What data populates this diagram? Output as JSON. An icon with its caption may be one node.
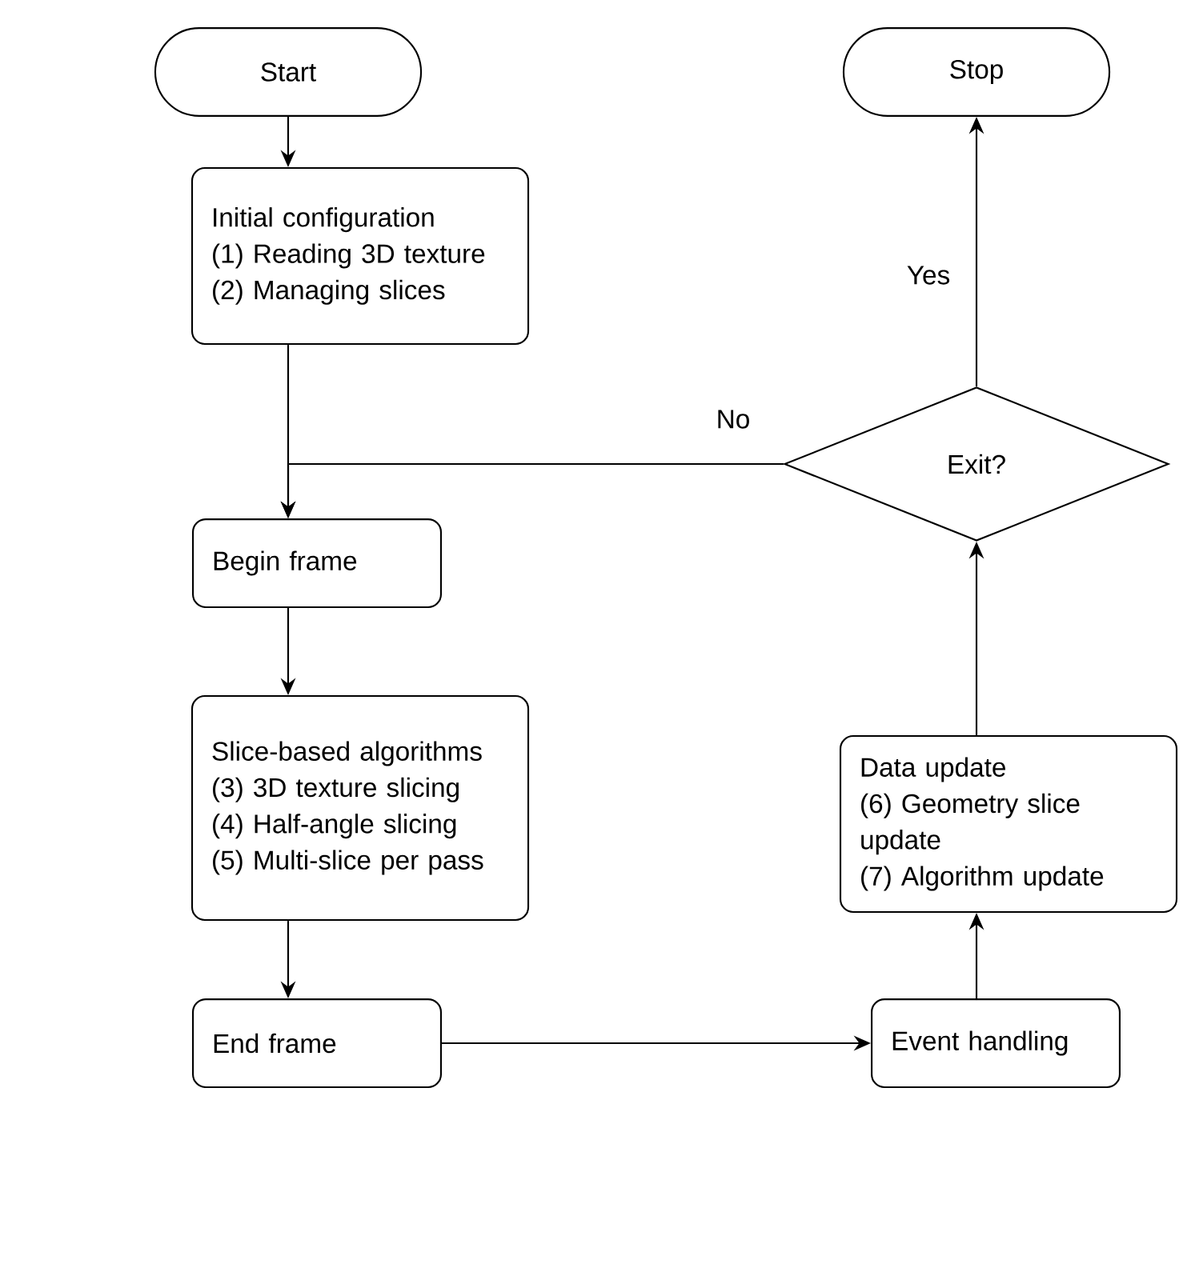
{
  "diagram": {
    "nodes": [
      {
        "text": [
          "Start"
        ]
      },
      {
        "text": [
          "Initial configuration",
          "(1) Reading 3D texture",
          "(2) Managing slices"
        ]
      },
      {
        "text": [
          "Begin frame"
        ]
      },
      {
        "text": [
          "Slice-based algorithms",
          "(3) 3D texture slicing",
          "(4) Half-angle slicing",
          "(5) Multi-slice per pass"
        ]
      },
      {
        "text": [
          "End frame"
        ]
      },
      {
        "text": [
          "Event handling"
        ]
      },
      {
        "text": [
          "Data update",
          "(6) Geometry slice update",
          "(7) Algorithm update"
        ]
      },
      {
        "text": [
          "Exit?"
        ]
      },
      {
        "text": [
          "Stop"
        ]
      }
    ],
    "edges": [
      {
        "from": 0,
        "to": 1,
        "arrow": "to"
      },
      {
        "from": 1,
        "to": 2,
        "arrow": "to"
      },
      {
        "from": 2,
        "to": 3,
        "arrow": "to"
      },
      {
        "from": 3,
        "to": 4,
        "arrow": "to"
      },
      {
        "from": 4,
        "to": 5,
        "arrow": "to"
      },
      {
        "from": 5,
        "to": 6,
        "arrow": "to"
      },
      {
        "from": 6,
        "to": 7,
        "arrow": "to"
      },
      {
        "from": 7,
        "to": 8,
        "arrow": "to",
        "label": "Yes"
      },
      {
        "from": 7,
        "to": 2,
        "arrow": "to",
        "label": "No"
      }
    ]
  }
}
